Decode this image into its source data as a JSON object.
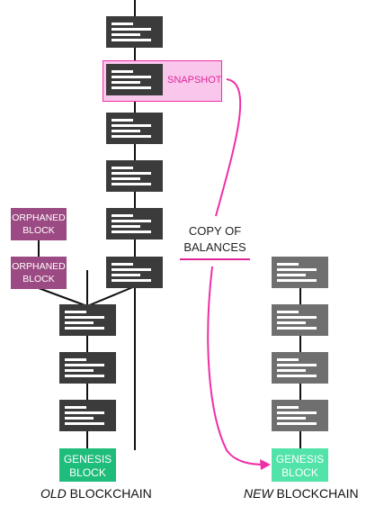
{
  "snapshot_label": "SNAPSHOT",
  "orphaned_blocks": [
    {
      "line1": "ORPHANED",
      "line2": "BLOCK"
    },
    {
      "line1": "ORPHANED",
      "line2": "BLOCK"
    }
  ],
  "copy_label": {
    "line1": "COPY OF",
    "line2": "BALANCES"
  },
  "old_genesis": {
    "line1": "GENESIS",
    "line2": "BLOCK"
  },
  "new_genesis": {
    "line1": "GENESIS",
    "line2": "BLOCK"
  },
  "old_title": {
    "italic": "OLD",
    "rest": " BLOCKCHAIN"
  },
  "new_title": {
    "italic": "NEW",
    "rest": " BLOCKCHAIN"
  },
  "colors": {
    "block": "#3b3b3b",
    "new_block": "#6f6f6f",
    "orphan": "#9c4a83",
    "genesis": "#1fbd7c",
    "new_genesis": "#52e3a8",
    "highlight": "#ef2fa8"
  }
}
